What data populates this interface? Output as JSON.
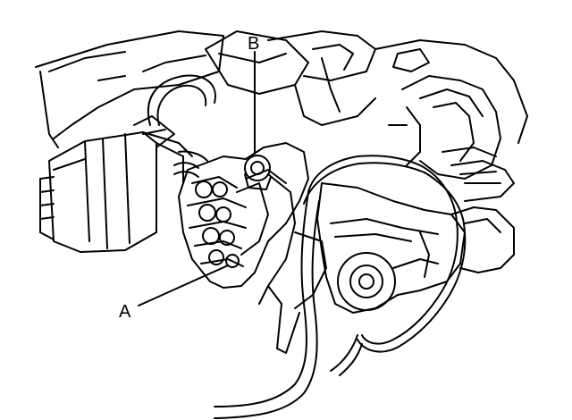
{
  "diagram": {
    "callouts": [
      {
        "id": "A",
        "label": "A"
      },
      {
        "id": "B",
        "label": "B"
      }
    ],
    "colors": {
      "line": "#000000",
      "background": "#ffffff"
    }
  }
}
